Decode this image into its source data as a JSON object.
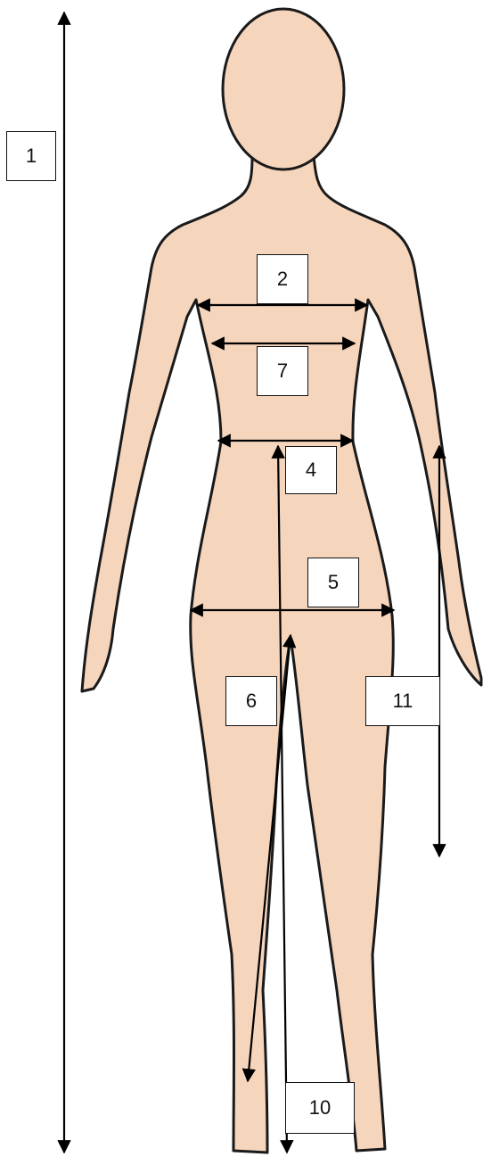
{
  "diagram": {
    "colors": {
      "skin": "#f6d5bd",
      "outline": "#1a1a1a",
      "arrow": "#000000"
    },
    "labels": {
      "m1": "1",
      "m2": "2",
      "m4": "4",
      "m5": "5",
      "m6": "6",
      "m7": "7",
      "m10": "10",
      "m11": "11"
    }
  }
}
